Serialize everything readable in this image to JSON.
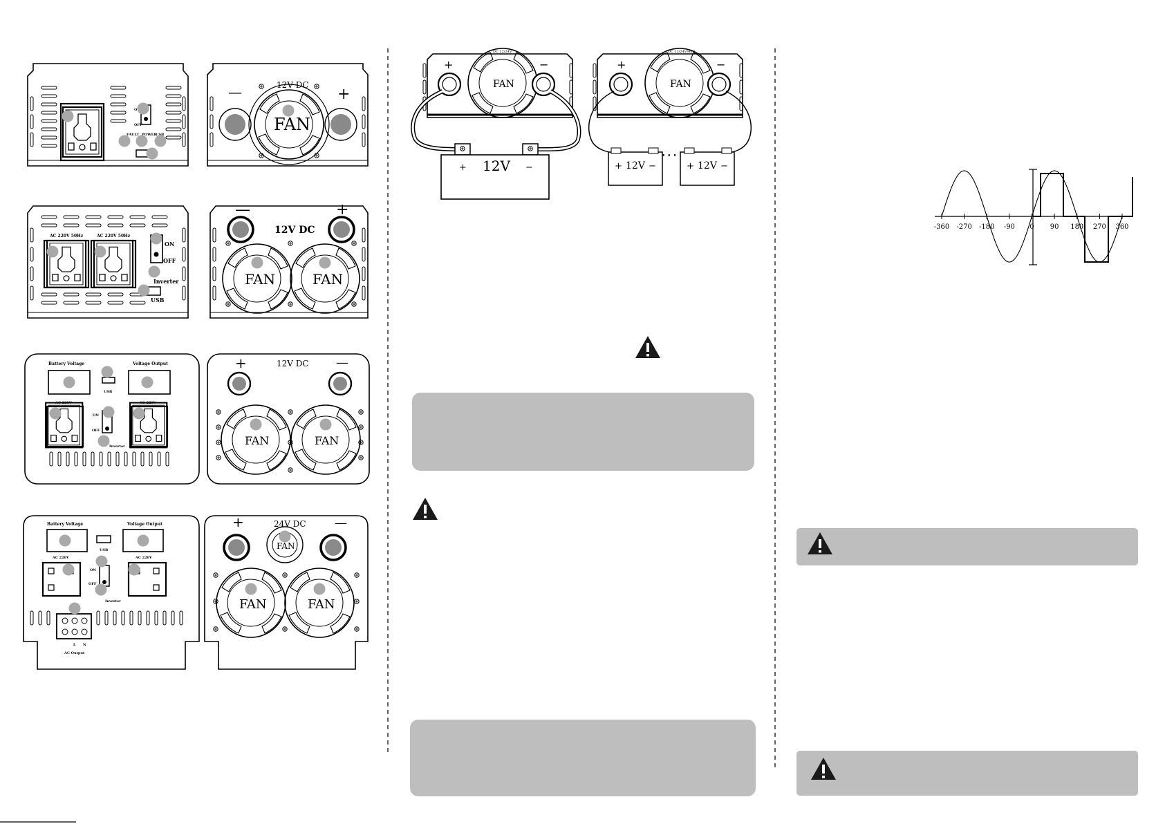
{
  "panels": {
    "p1_front": {
      "fault": "FAULT",
      "power": "POWER",
      "usb": "USB",
      "on": "ON",
      "off": "OFF"
    },
    "p1_rear": {
      "voltage": "12V DC",
      "fan": "FAN",
      "minus": "—",
      "plus": "+"
    },
    "p2_front": {
      "ac1": "AC 220V 50Hz",
      "ac2": "AC 220V 50Hz",
      "on": "ON",
      "off": "OFF",
      "inverter": "Inverter",
      "usb": "USB"
    },
    "p2_rear": {
      "voltage": "12V DC",
      "fan": "FAN",
      "minus": "—",
      "plus": "+"
    },
    "p3_front": {
      "battery": "Battery Voltage",
      "output": "Voltage Output",
      "usb": "USB",
      "ac1": "AC 220V",
      "ac2": "AC 220V",
      "on": "ON",
      "off": "OFF",
      "inverter": "Inverter"
    },
    "p3_rear": {
      "voltage": "12V DC",
      "fan": "FAN",
      "minus": "—",
      "plus": "+"
    },
    "p4_front": {
      "battery": "Battery Voltage",
      "output": "Voltage Output",
      "usb": "USB",
      "ac1": "AC 220V",
      "ac2": "AC 220V",
      "on": "ON",
      "off": "OFF",
      "inverter": "Inverter",
      "ac_output": "AC Output",
      "l": "L",
      "n": "N"
    },
    "p4_rear": {
      "voltage": "24V DC",
      "fan": "FAN",
      "plus": "+",
      "minus": "—"
    }
  },
  "wiring": {
    "single": {
      "battery": "12V",
      "plus": "+",
      "minus": "−",
      "fan": "FAN",
      "tiny": "DC 12/24V"
    },
    "series": {
      "battery1": "12V",
      "battery2": "12V",
      "plus": "+",
      "minus": "−",
      "dots": "• • •",
      "fan": "FAN",
      "tiny": "DC 12/24V/48V"
    }
  },
  "waveform": {
    "ticks": [
      "-360",
      "-270",
      "-180",
      "-90",
      "0",
      "90",
      "180",
      "270",
      "360"
    ]
  },
  "colors": {
    "callout": "#a9a9a9",
    "notice_box": "#bebebe",
    "warning_icon": "#1a1a1a"
  }
}
